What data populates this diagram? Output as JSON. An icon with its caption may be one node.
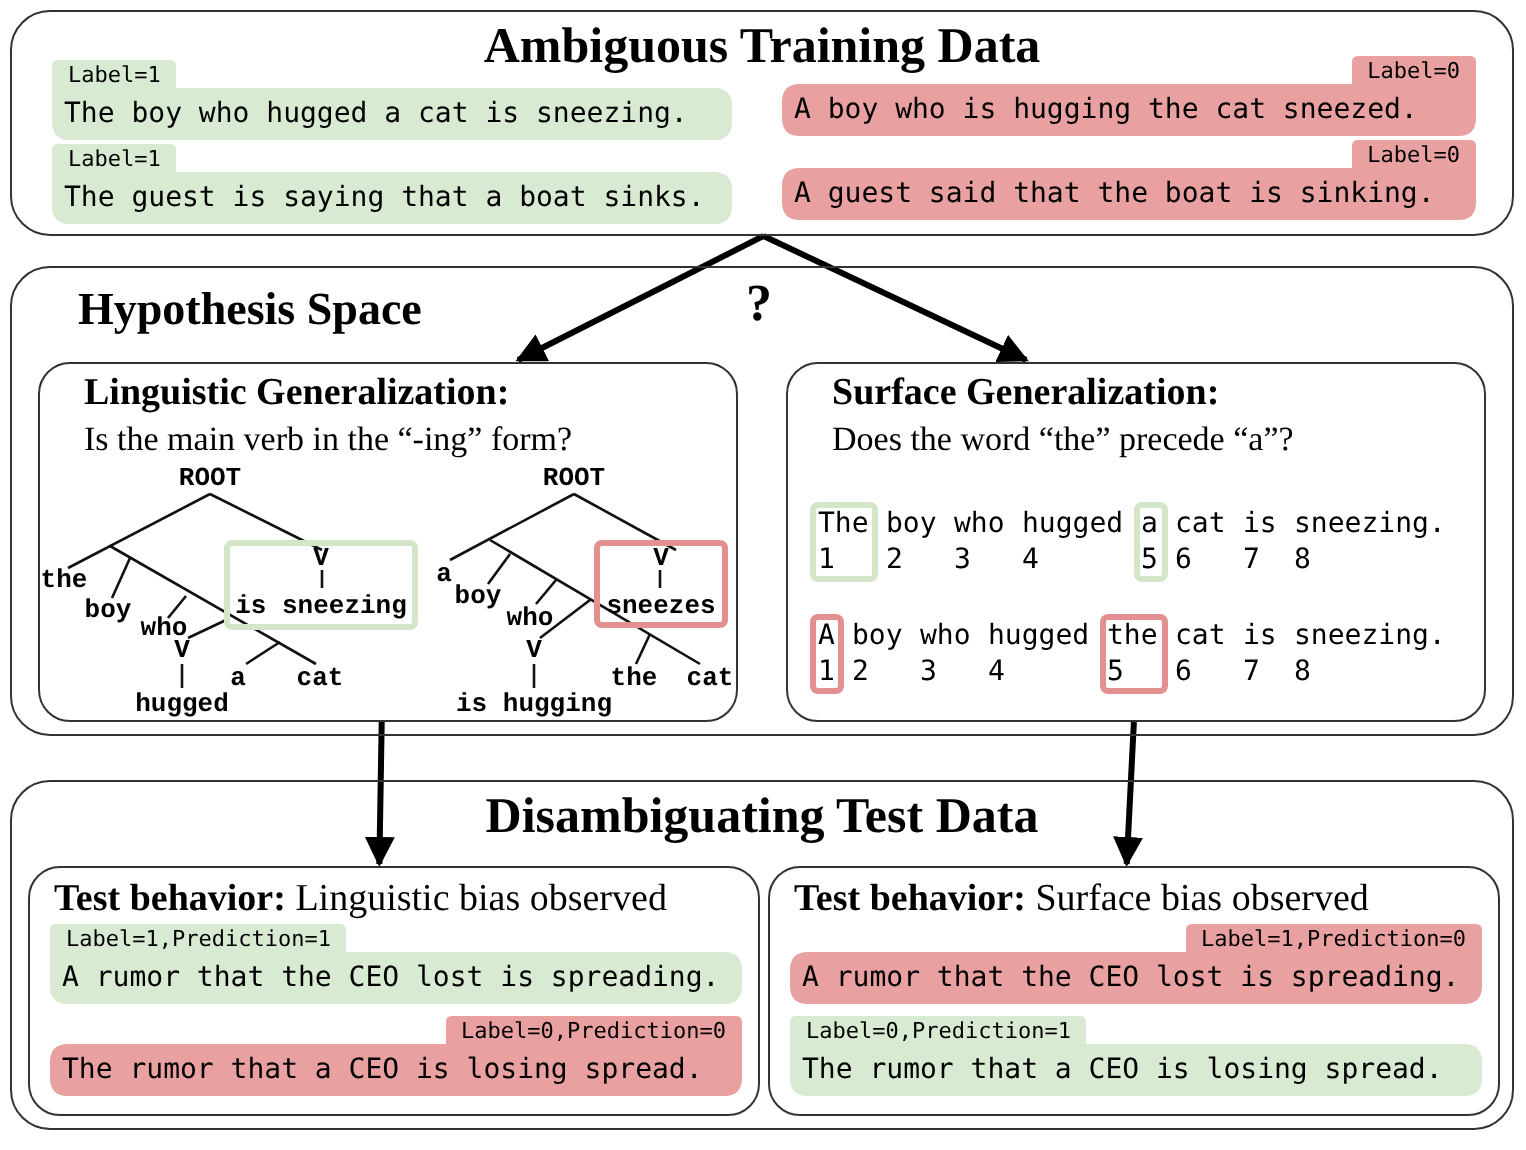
{
  "diagram": {
    "nodes": [
      {
        "text": [
          "Ambiguous Training Data"
        ]
      },
      {
        "text": [
          "Label=1",
          "The boy who hugged a cat is sneezing."
        ],
        "in": 0
      },
      {
        "text": [
          "Label=0",
          "A boy who is hugging the cat sneezed."
        ],
        "in": 0
      },
      {
        "text": [
          "Label=1",
          "The guest is saying that a boat sinks."
        ],
        "in": 0
      },
      {
        "text": [
          "Label=0",
          "A guest said that the boat is sinking."
        ],
        "in": 0
      },
      {
        "text": [
          "Hypothesis Space"
        ]
      },
      {
        "text": [
          "Linguistic Generalization:",
          "Is the main verb in the “-ing” form?"
        ],
        "in": 5
      },
      {
        "text": [
          "V",
          "is sneezing"
        ],
        "in": 6
      },
      {
        "text": [
          "V",
          "sneezes"
        ],
        "in": 6
      },
      {
        "text": [
          "Surface Generalization:",
          "Does the word “the” precede “a”?"
        ],
        "in": 5
      },
      {
        "text": [
          "The",
          "1"
        ],
        "in": 9
      },
      {
        "text": [
          "a",
          "5"
        ],
        "in": 9
      },
      {
        "text": [
          "A",
          "1"
        ],
        "in": 9
      },
      {
        "text": [
          "the",
          "5"
        ],
        "in": 9
      },
      {
        "text": [
          "Disambiguating Test Data"
        ]
      },
      {
        "text": [
          "**Test behavior:** Linguistic bias observed"
        ],
        "in": 14
      },
      {
        "text": [
          "Label=1,Prediction=1",
          "A rumor that the CEO lost is spreading."
        ],
        "in": 15
      },
      {
        "text": [
          "Label=0,Prediction=0",
          "The rumor that a CEO is losing spread."
        ],
        "in": 15
      },
      {
        "text": [
          "**Test behavior:** Surface bias observed"
        ],
        "in": 14
      },
      {
        "text": [
          "Label=1,Prediction=0",
          "A rumor that the CEO lost is spreading."
        ],
        "in": 18
      },
      {
        "text": [
          "Label=0,Prediction=1",
          "The rumor that a CEO is losing spread."
        ],
        "in": 18
      }
    ],
    "edges": [
      {
        "from": 0,
        "to": 6,
        "arrow": "to"
      },
      {
        "from": 0,
        "to": 9,
        "arrow": "to"
      },
      {
        "from": 6,
        "to": 15,
        "arrow": "to"
      },
      {
        "from": 9,
        "to": 18,
        "arrow": "to"
      }
    ],
    "labels": [
      "?",
      "ROOT",
      "the",
      "boy",
      "who",
      "V",
      "hugged",
      "a",
      "cat",
      "ROOT",
      "a",
      "boy",
      "who",
      "V",
      "is hugging",
      "the",
      "cat",
      "boy",
      "who",
      "hugged",
      "cat",
      "is",
      "sneezing.",
      "2",
      "3",
      "4",
      "6",
      "7",
      "8",
      "boy",
      "who",
      "hugged",
      "cat",
      "is",
      "sneezing.",
      "2",
      "3",
      "4",
      "6",
      "7",
      "8"
    ]
  }
}
